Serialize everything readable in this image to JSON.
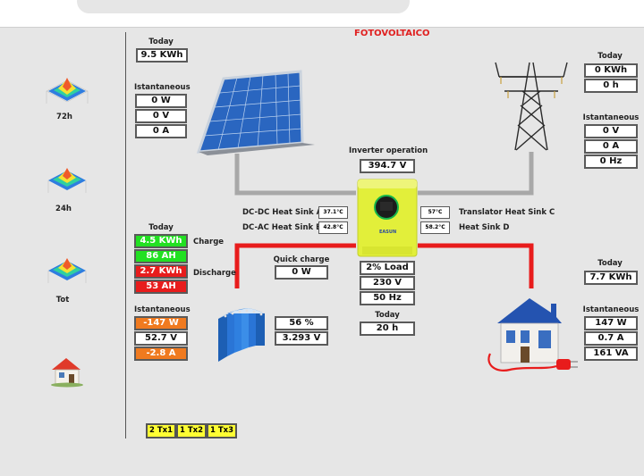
{
  "header": {
    "title": "FOTOVOLTAICO"
  },
  "sidebar": {
    "items": [
      {
        "label": "72h"
      },
      {
        "label": "24h"
      },
      {
        "label": "Tot"
      }
    ]
  },
  "solar": {
    "today_label": "Today",
    "today_energy": "9.5 KWh",
    "inst_label": "Istantaneous",
    "power": "0 W",
    "voltage": "0 V",
    "current": "0 A"
  },
  "grid": {
    "today_label": "Today",
    "energy": "0 KWh",
    "hours": "0 h",
    "inst_label": "Istantaneous",
    "voltage": "0 V",
    "current": "0 A",
    "freq": "0 Hz"
  },
  "inverter": {
    "operation_label": "Inverter operation",
    "voltage": "394.7 V",
    "brand": "EASUN",
    "dcdc_label": "DC-DC Heat Sink A",
    "dcdc_temp": "37.1°C",
    "dcac_label": "DC-AC Heat Sink B",
    "dcac_temp": "42.8°C",
    "trans_label": "Translator Heat Sink C",
    "trans_temp": "57°C",
    "sinkd_label": "Heat Sink D",
    "sinkd_temp": "58.2°C",
    "load": "2% Load",
    "out_voltage": "230 V",
    "out_freq": "50 Hz",
    "today_label": "Today",
    "hours": "20 h"
  },
  "battery": {
    "today_label": "Today",
    "charge_energy": "4.5 KWh",
    "charge_ah": "86 AH",
    "charge_label": "Charge",
    "discharge_energy": "2.7 KWh",
    "discharge_ah": "53 AH",
    "discharge_label": "Discharge",
    "inst_label": "Istantaneous",
    "power": "-147 W",
    "voltage": "52.7 V",
    "current": "-2.8 A",
    "quick_label": "Quick charge",
    "quick_value": "0 W",
    "soc": "56 %",
    "cell_voltage": "3.293 V"
  },
  "home": {
    "today_label": "Today",
    "energy": "7.7 KWh",
    "inst_label": "Istantaneous",
    "power": "147 W",
    "current": "0.7 A",
    "apparent": "161 VA"
  },
  "tx_buttons": [
    "2 Tx1",
    "1 Tx2",
    "1 Tx3"
  ],
  "colors": {
    "accent_red": "#e02020",
    "inverter_yellow": "#e2ef3a",
    "flow_gray": "#a8a8a8",
    "flow_red": "#e81c1c"
  }
}
